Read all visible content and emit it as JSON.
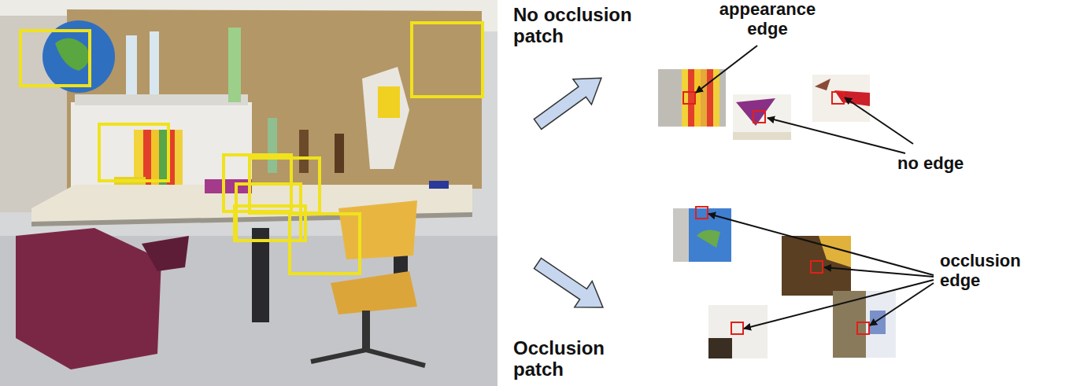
{
  "diagram": {
    "labels": [
      "No occlusion patch",
      "appearance edge",
      "no edge",
      "occlusion edge",
      "Occlusion patch"
    ]
  }
}
